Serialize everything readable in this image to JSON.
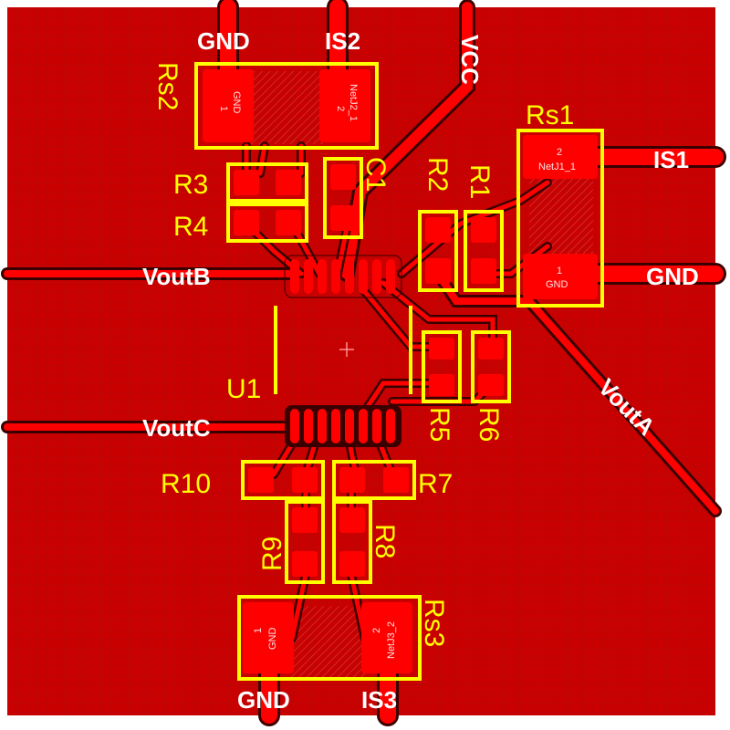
{
  "net_labels": {
    "gnd_top": "GND",
    "is2": "IS2",
    "vcc": "VCC",
    "is1": "IS1",
    "gnd_right": "GND",
    "voutb": "VoutB",
    "voutc": "VoutC",
    "vouta": "VoutA",
    "gnd_bottom": "GND",
    "is3": "IS3"
  },
  "ref_designators": {
    "rs2": "Rs2",
    "rs1": "Rs1",
    "rs3": "Rs3",
    "r1": "R1",
    "r2": "R2",
    "r3": "R3",
    "r4": "R4",
    "r5": "R5",
    "r6": "R6",
    "r7": "R7",
    "r8": "R8",
    "r9": "R9",
    "r10": "R10",
    "c1": "C1",
    "u1": "U1"
  },
  "pad_labels": {
    "rs2_pad1_num": "1",
    "rs2_pad1_net": "GND",
    "rs2_pad2_num": "2",
    "rs2_pad2_net": "NetJ2_1",
    "rs1_pad2_num": "2",
    "rs1_pad2_net": "NetJ1_1",
    "rs1_pad1_num": "1",
    "rs1_pad1_net": "GND",
    "rs3_pad1_num": "1",
    "rs3_pad1_net": "GND",
    "rs3_pad2_num": "2",
    "rs3_pad2_net": "NetJ3_2"
  },
  "colors": {
    "copper_pour": "#c80000",
    "trace": "#ff0000",
    "silkscreen": "#ffff00",
    "label": "#ffffff",
    "grid": "#a01010"
  }
}
